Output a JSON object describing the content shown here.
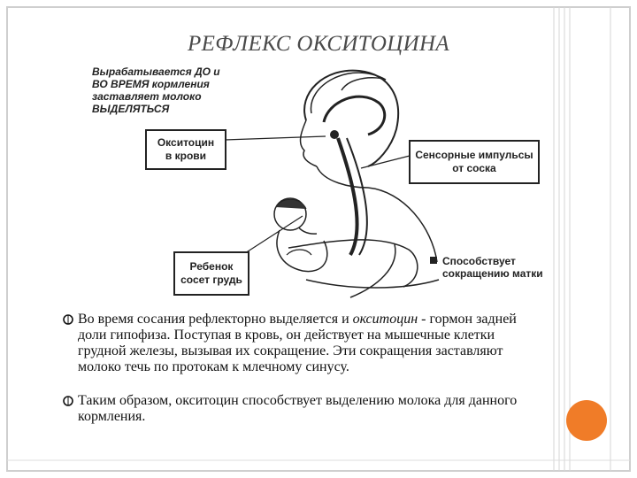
{
  "slide": {
    "title": "РЕФЛЕКС ОКСИТОЦИНА"
  },
  "figure": {
    "top_note": [
      "Вырабатывается ДО и",
      "ВО ВРЕМЯ кормления",
      "заставляет молоко",
      "ВЫДЕЛЯТЬСЯ"
    ],
    "label_oxytocin": [
      "Окситоцин",
      "в крови"
    ],
    "label_sensory": [
      "Сенсорные импульсы",
      "от соска"
    ],
    "label_baby": [
      "Ребенок",
      "сосет грудь"
    ],
    "label_uterus": [
      "Способствует",
      "сокращению матки"
    ]
  },
  "bullets": [
    {
      "before": "Во время сосания рефлекторно выделяется и ",
      "emphasis": "окситоцин",
      "after": " - гормон задней доли гипофиза. Поступая в кровь, он действует на мышечные клетки грудной железы, вызывая их сокращение. Эти сокращения заставляют молоко течь по протокам к млечному синусу."
    },
    {
      "before": "Таким образом, окситоцин способствует выделению молока для данного кормления.",
      "emphasis": "",
      "after": ""
    }
  ],
  "colors": {
    "frame": "#c9c9c9",
    "accent_circle": "#f07c28",
    "title": "#4a4a4a"
  },
  "icons": {
    "bullet": "hollow-circle-bullet-icon",
    "uterus_marker": "black-square-icon"
  }
}
